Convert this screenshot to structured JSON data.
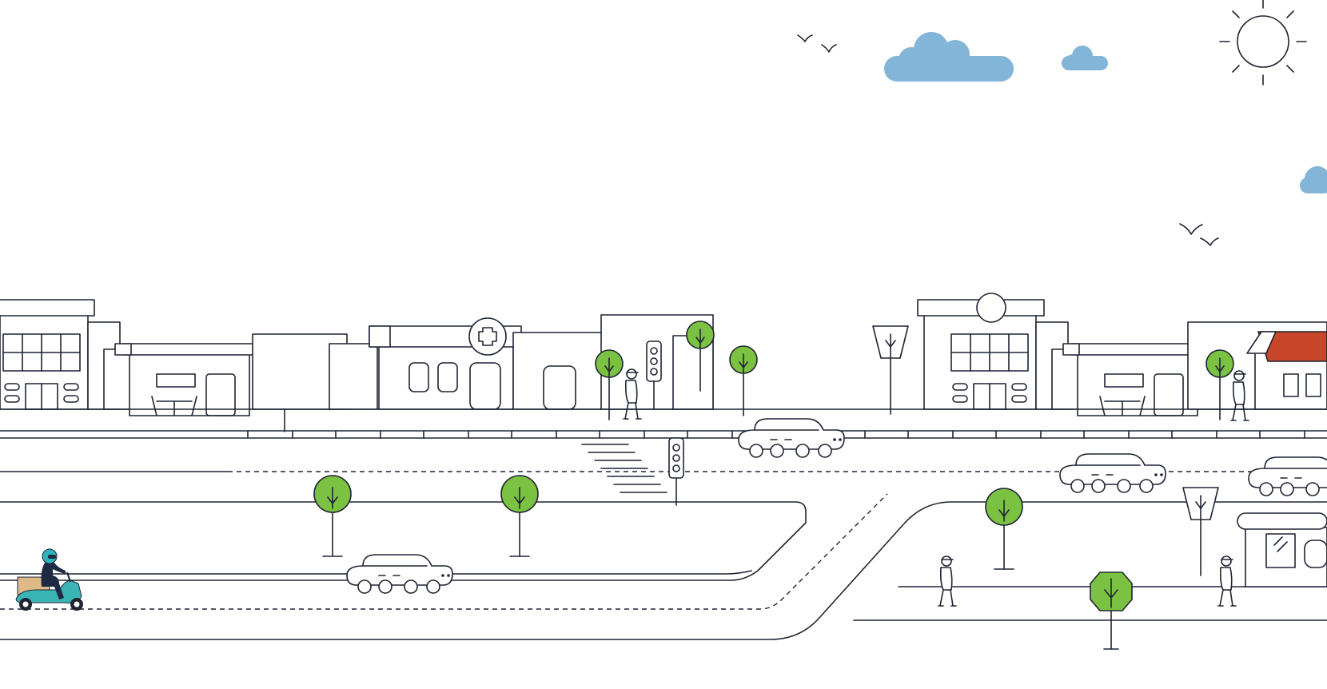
{
  "scene": {
    "colors": {
      "outline": "#1f2433",
      "cloud": "#82b5d8",
      "tree": "#7cc242",
      "awning": "#c8472b",
      "scooter": "#3ab4b4",
      "rider": "#1f2a44",
      "helmet": "#2bb3c0",
      "cargo_box": "#e0b989",
      "background": "#ffffff"
    },
    "elements": [
      "sun-icon",
      "cloud-icon",
      "bird-icon",
      "shop-building",
      "pharmacy-building",
      "cafe-building",
      "traffic-light-icon",
      "tree-icon",
      "car-icon",
      "pedestrian-icon",
      "delivery-scooter-icon",
      "road",
      "crosswalk",
      "awning-shop"
    ]
  }
}
